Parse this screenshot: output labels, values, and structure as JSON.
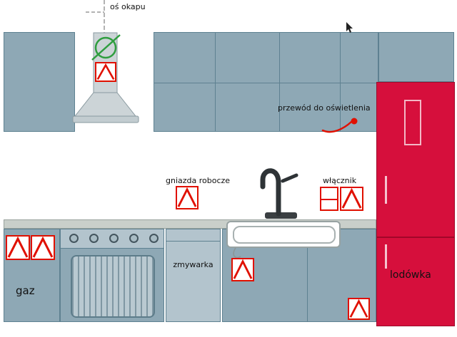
{
  "diagram": {
    "title_note": "kitchen electrical installation plan",
    "labels": {
      "hood_axis": "oś okapu",
      "lighting_wire": "przewód do oświetlenia",
      "working_sockets": "gniazda robocze",
      "switch": "włącznik",
      "dishwasher": "zmywarka",
      "gas": "gaz",
      "fridge": "lodówka"
    },
    "symbols": {
      "socket": "socket-symbol (red square with chevron)",
      "switch_block": "switch-symbol (double cell rectangle)",
      "socket_count": 7
    },
    "colors": {
      "cabinet": "#8ea8b5",
      "cabinet_border": "#5e8191",
      "cabinet_light": "#b3c4cd",
      "counter": "#c9cfca",
      "fridge_red": "#d60f3c",
      "symbol_red": "#e01000",
      "axis_green": "#2f9e3f",
      "hood_gray": "#ccd4d7"
    }
  }
}
